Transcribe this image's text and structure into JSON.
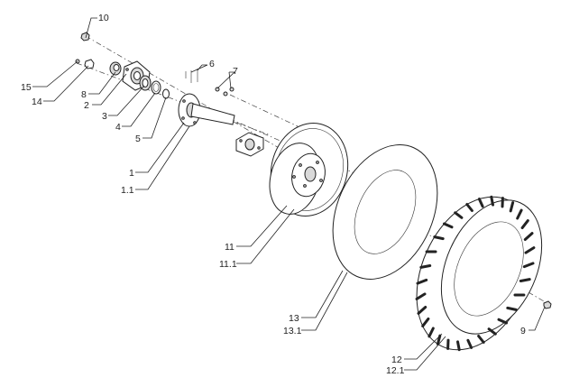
{
  "labels": [
    {
      "id": "10",
      "text": "10"
    },
    {
      "id": "15",
      "text": "15"
    },
    {
      "id": "14",
      "text": "14"
    },
    {
      "id": "8",
      "text": "8"
    },
    {
      "id": "2",
      "text": "2"
    },
    {
      "id": "3",
      "text": "3"
    },
    {
      "id": "4",
      "text": "4"
    },
    {
      "id": "5",
      "text": "5"
    },
    {
      "id": "6",
      "text": "6"
    },
    {
      "id": "7",
      "text": "7"
    },
    {
      "id": "1",
      "text": "1"
    },
    {
      "id": "1_1",
      "text": "1.1"
    },
    {
      "id": "11",
      "text": "11"
    },
    {
      "id": "11_1",
      "text": "11.1"
    },
    {
      "id": "13",
      "text": "13"
    },
    {
      "id": "13_1",
      "text": "13.1"
    },
    {
      "id": "12",
      "text": "12"
    },
    {
      "id": "12_1",
      "text": "12.1"
    },
    {
      "id": "9",
      "text": "9"
    }
  ]
}
